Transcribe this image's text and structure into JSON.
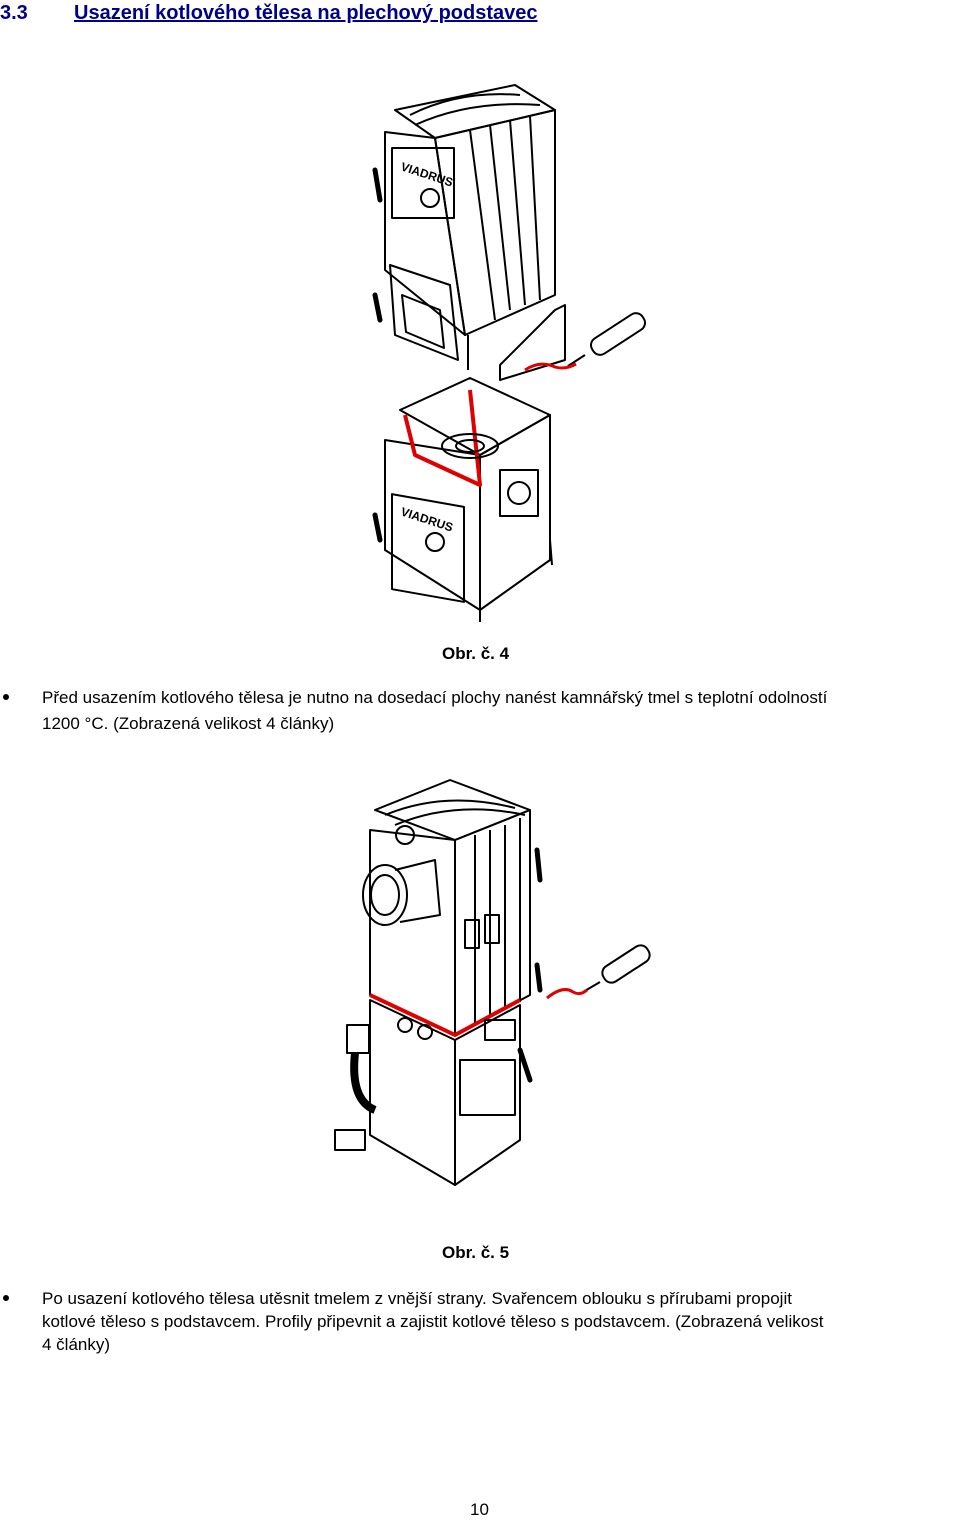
{
  "heading": {
    "number": "3.3",
    "title": "Usazení kotlového tělesa na plechový podstavec"
  },
  "figure4": {
    "caption": "Obr. č. 4",
    "brand_label_upper": "VIADRUS",
    "brand_label_lower": "VIADRUS"
  },
  "bullet1": {
    "line1": "Před usazením kotlového tělesa je nutno na dosedací plochy nanést kamnářský tmel s teplotní odolností",
    "line2": "1200 °C. (Zobrazená velikost 4 články)"
  },
  "figure5": {
    "caption": "Obr. č. 5"
  },
  "bullet2": {
    "line1": "Po usazení kotlového tělesa utěsnit tmelem z vnější strany. Svařencem oblouku s přírubami propojit",
    "line2": "kotlové těleso s podstavcem. Profily připevnit a zajistit kotlové těleso s podstavcem. (Zobrazená velikost",
    "line3": "4 články)"
  },
  "page_number": "10",
  "colors": {
    "heading": "#00008b",
    "sealant": "#e00000",
    "line": "#000000"
  }
}
